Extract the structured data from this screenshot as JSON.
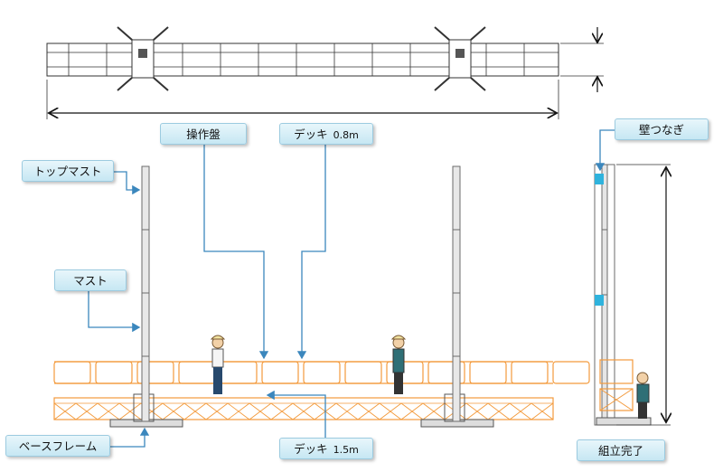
{
  "labels": {
    "control_panel": "操作盤",
    "deck_upper": "デッキ",
    "deck_upper_size": "0.8m",
    "top_mast": "トップマスト",
    "mast": "マスト",
    "base_frame": "ベースフレーム",
    "deck_lower": "デッキ",
    "deck_lower_size": "1.5m",
    "wall_tie": "壁つなぎ",
    "completed": "組立完了"
  },
  "colors": {
    "scaffold_orange": "#f39a3c",
    "mast_gray": "#6b6b6b",
    "callout_arrow": "#3b87bd",
    "wall_tie_cyan": "#2fb3dd",
    "label_border": "#9ccbe0"
  }
}
